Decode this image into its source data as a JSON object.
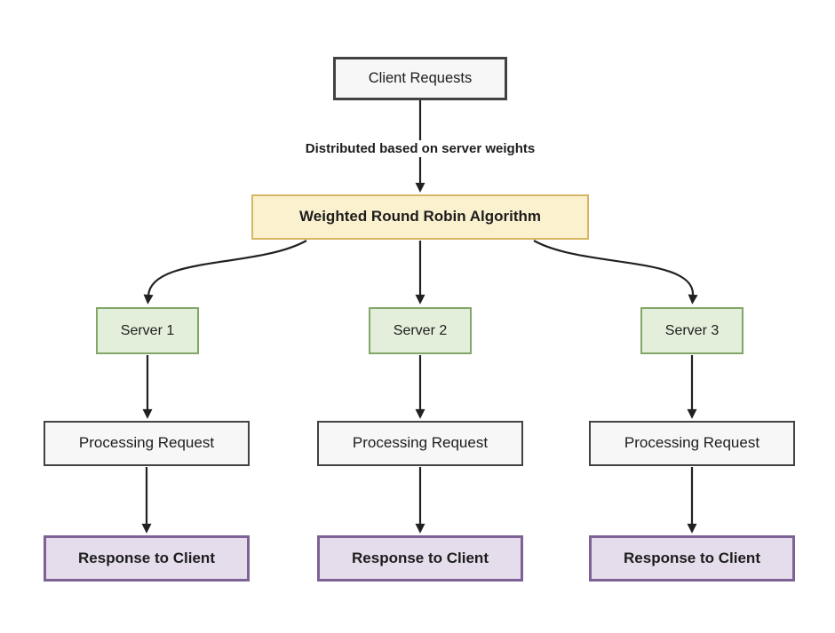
{
  "colors": {
    "background": "#ffffff",
    "text": "#1d1d1d",
    "arrow": "#212121",
    "neutral_fill": "#f7f7f7",
    "neutral_border": "#424242",
    "algorithm_fill": "#fbf1cf",
    "algorithm_border": "#d5b763",
    "server_fill": "#e4efdb",
    "server_border": "#81a768",
    "response_fill": "#e5dcec",
    "response_border": "#7c6295"
  },
  "nodes": {
    "client": "Client Requests",
    "distribution_note": "Distributed based on server weights",
    "algorithm": "Weighted Round Robin Algorithm"
  },
  "columns": [
    {
      "server": "Server 1",
      "processing": "Processing Request",
      "response": "Response to Client"
    },
    {
      "server": "Server 2",
      "processing": "Processing Request",
      "response": "Response to Client"
    },
    {
      "server": "Server 3",
      "processing": "Processing Request",
      "response": "Response to Client"
    }
  ]
}
